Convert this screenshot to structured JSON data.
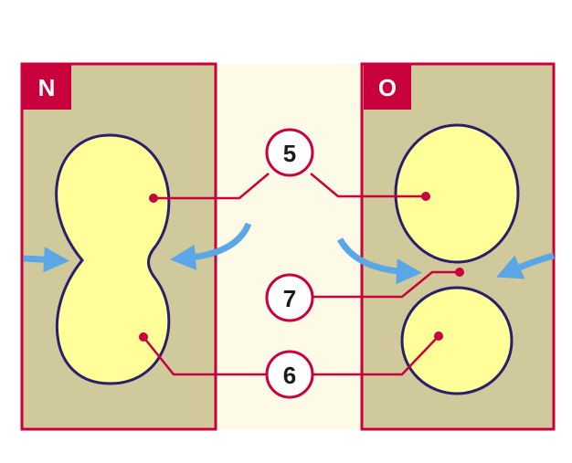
{
  "panels": {
    "left_label": "N",
    "right_label": "O"
  },
  "callouts": {
    "c5": "5",
    "c6": "6",
    "c7": "7"
  },
  "colors": {
    "panel_fill": "#cfc99b",
    "center_fill": "#fdfbe8",
    "cell_fill": "#ffff99",
    "cell_stroke": "#2a1f6a",
    "border": "#c8003c",
    "label_tab": "#c8003c",
    "arrow": "#5aa6e6",
    "leader": "#c8003c"
  },
  "icons": [
    "arrow-icon"
  ]
}
